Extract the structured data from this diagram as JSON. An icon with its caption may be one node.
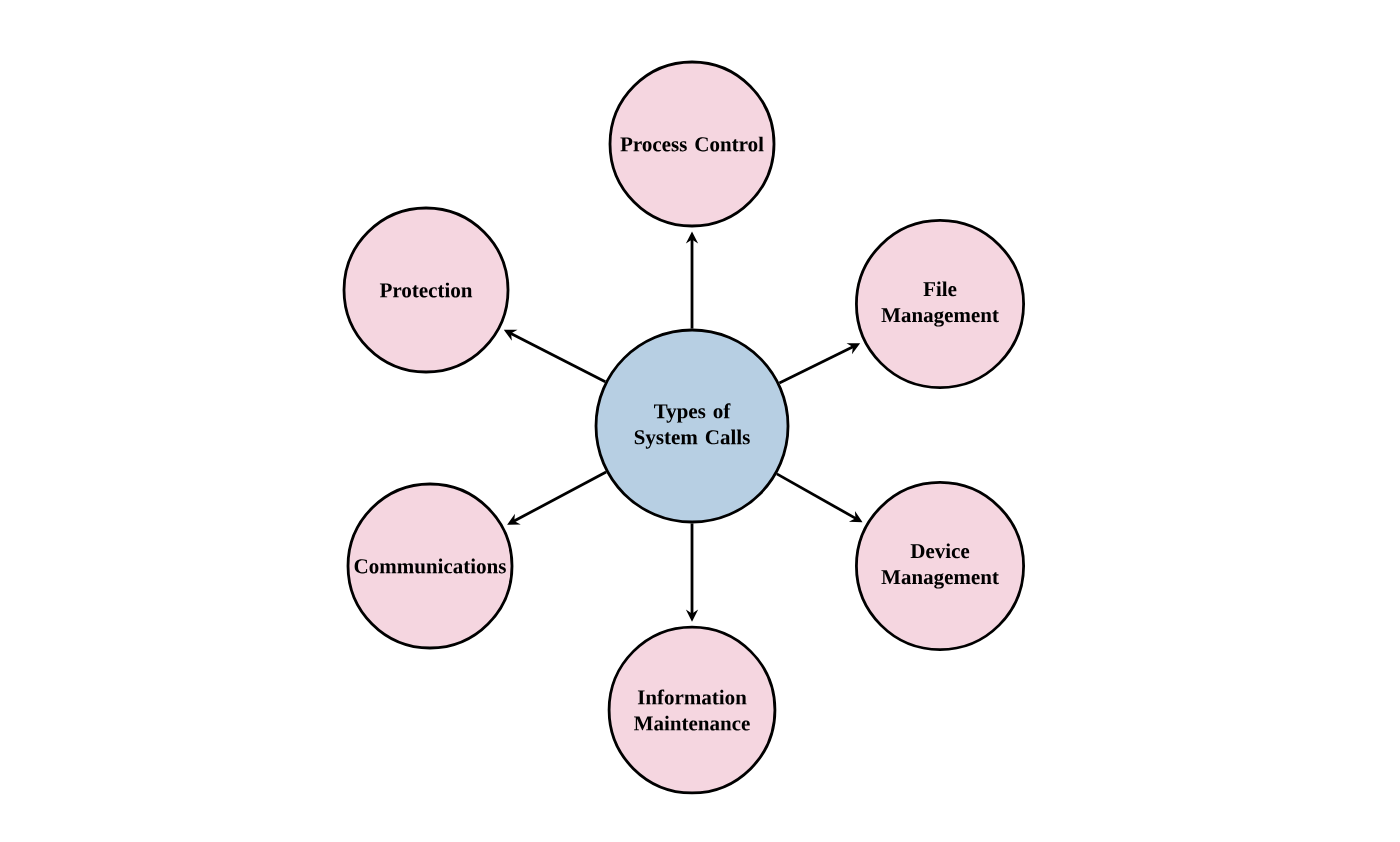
{
  "diagram": {
    "nodes": [
      {
        "text": [
          "Types of System Calls"
        ]
      },
      {
        "text": [
          "Process Control"
        ]
      },
      {
        "text": [
          "Protection"
        ]
      },
      {
        "text": [
          "File Management"
        ]
      },
      {
        "text": [
          "Communications"
        ]
      },
      {
        "text": [
          "Device Management"
        ]
      },
      {
        "text": [
          "Information Maintenance"
        ]
      }
    ],
    "edges": [
      {
        "from": 0,
        "to": 1,
        "arrow": "to"
      },
      {
        "from": 0,
        "to": 2,
        "arrow": "to"
      },
      {
        "from": 0,
        "to": 3,
        "arrow": "to"
      },
      {
        "from": 0,
        "to": 4,
        "arrow": "to"
      },
      {
        "from": 0,
        "to": 5,
        "arrow": "to"
      },
      {
        "from": 0,
        "to": 6,
        "arrow": "to"
      }
    ]
  }
}
